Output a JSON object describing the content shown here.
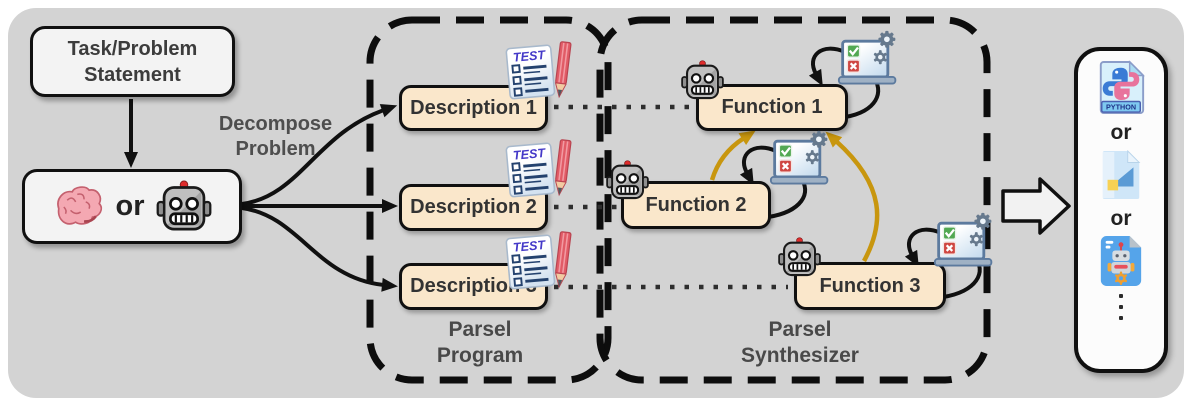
{
  "colors": {
    "canvas_bg": "#d3d3d3",
    "node_fill_peach": "#fae7cb",
    "node_fill_white": "#f3f3f3",
    "outline_black": "#101010",
    "recursion_arrow_gold": "#c8960e",
    "label_gray": "#4e4e4e"
  },
  "input_stage": {
    "task_label": "Task/Problem Statement",
    "or_label": "or",
    "decompose_line1": "Decompose",
    "decompose_line2": "Problem"
  },
  "parsel_program": {
    "descriptions": [
      "Description 1",
      "Description 2",
      "Description 3"
    ],
    "test_icon_label": "TEST",
    "caption_line1": "Parsel",
    "caption_line2": "Program"
  },
  "parsel_synthesizer": {
    "functions": [
      "Function 1",
      "Function 2",
      "Function 3"
    ],
    "caption_line1": "Parsel",
    "caption_line2": "Synthesizer"
  },
  "output_stage": {
    "python_badge": "PYTHON",
    "or_label_1": "or",
    "or_label_2": "or"
  },
  "icons": {
    "brain-icon": "pink brain (human author)",
    "robot-icon": "gray robot head (language model)",
    "test-doc-icon": "test checklist document with red pencil",
    "test-run-icon": "laptop with green check, red cross and gears",
    "python-file-icon": "Python source file",
    "lean-file-icon": "Lean proof file (blue triangle, yellow square)",
    "bot-file-icon": "robotic plan file",
    "block-arrow-icon": "large hollow arrow to outputs"
  }
}
